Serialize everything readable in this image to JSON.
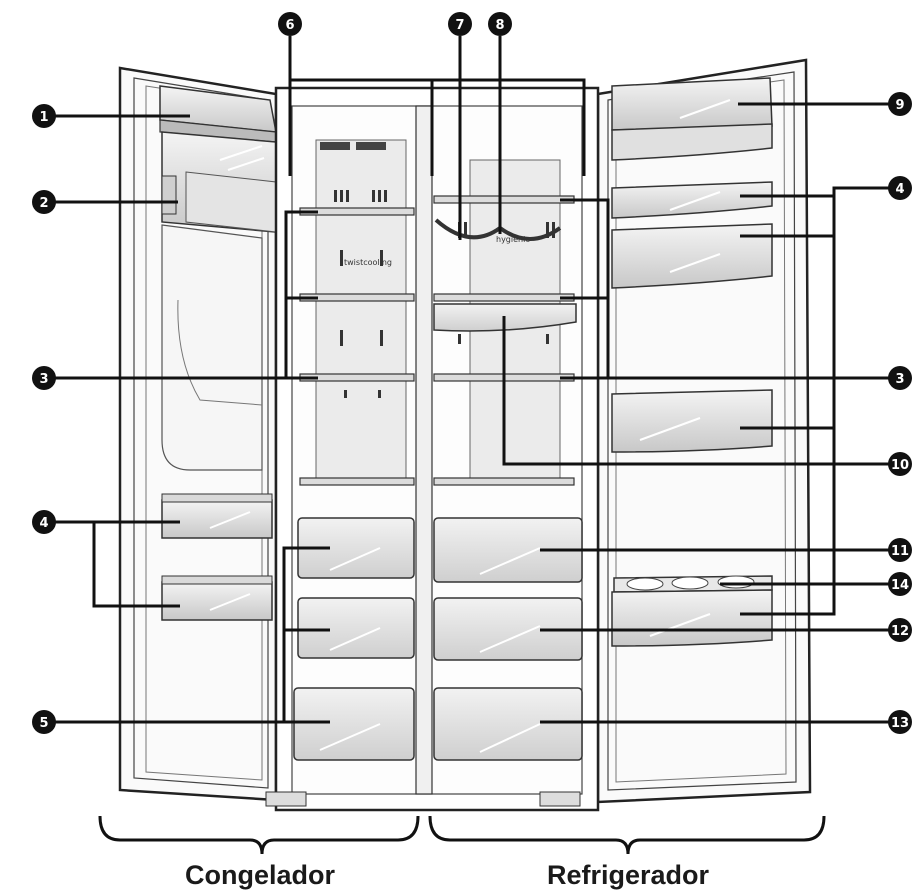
{
  "brand_marks": {
    "left": "twistcooling",
    "right": "hygienic"
  },
  "callouts": [
    {
      "id": "c1",
      "label": "1"
    },
    {
      "id": "c2",
      "label": "2"
    },
    {
      "id": "c3L",
      "label": "3"
    },
    {
      "id": "c3R",
      "label": "3"
    },
    {
      "id": "c4L",
      "label": "4"
    },
    {
      "id": "c4R",
      "label": "4"
    },
    {
      "id": "c5",
      "label": "5"
    },
    {
      "id": "c6",
      "label": "6"
    },
    {
      "id": "c7",
      "label": "7"
    },
    {
      "id": "c8",
      "label": "8"
    },
    {
      "id": "c9",
      "label": "9"
    },
    {
      "id": "c10",
      "label": "10"
    },
    {
      "id": "c11",
      "label": "11"
    },
    {
      "id": "c12",
      "label": "12"
    },
    {
      "id": "c13",
      "label": "13"
    },
    {
      "id": "c14",
      "label": "14"
    }
  ],
  "sections": {
    "freezer": "Congelador",
    "fridge": "Refrigerador"
  }
}
